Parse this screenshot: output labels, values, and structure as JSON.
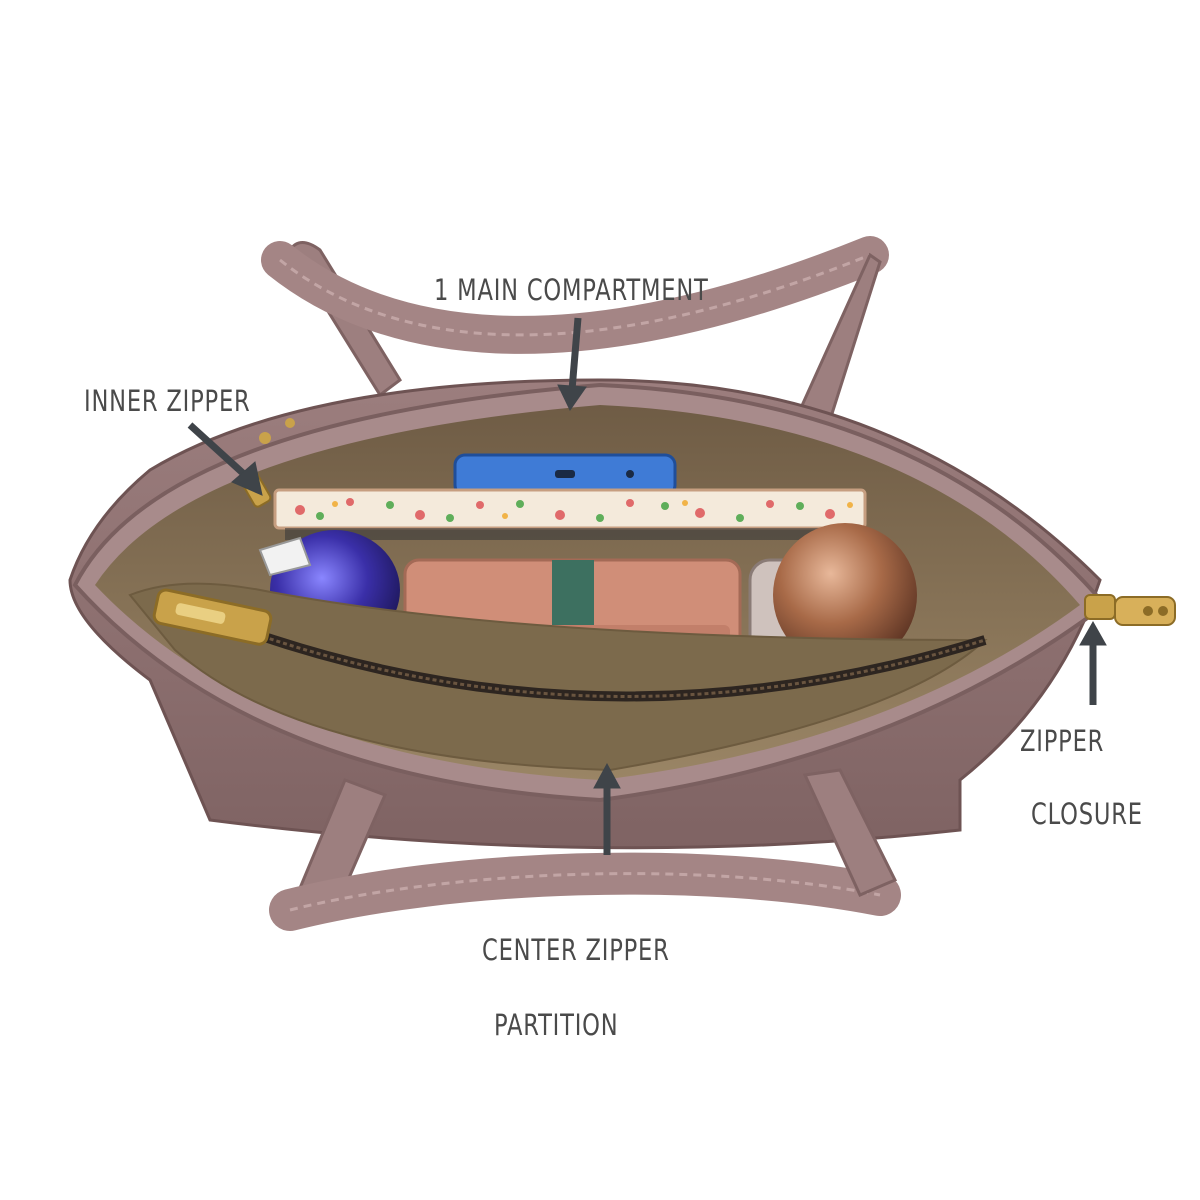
{
  "labels": {
    "main_compartment": "1 MAIN COMPARTMENT",
    "inner_zipper": "INNER ZIPPER",
    "zipper_closure_line1": "ZIPPER",
    "zipper_closure_line2": "CLOSURE",
    "center_partition_line1": "CENTER ZIPPER",
    "center_partition_line2": "PARTITION"
  },
  "colors": {
    "bag": "#8e7070",
    "bag_light": "#a98a89",
    "lining": "#8a7656",
    "arrow": "#3f4449",
    "gold": "#c9a24a"
  }
}
